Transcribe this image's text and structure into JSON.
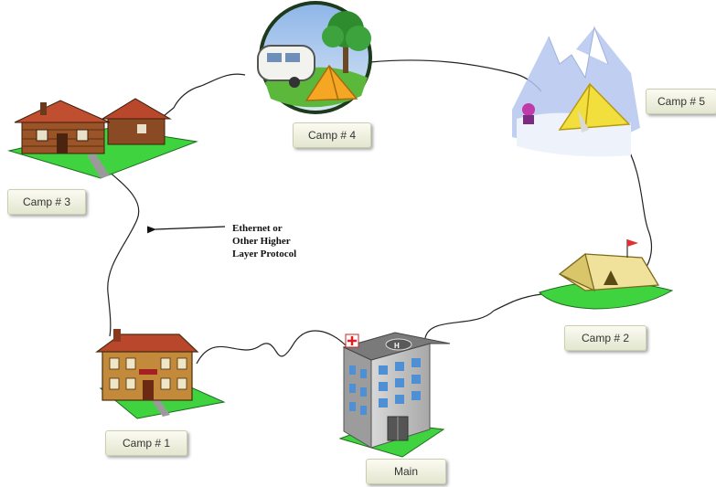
{
  "nodes": {
    "camp4": {
      "label": "Camp # 4",
      "icon": "camper-trailer-icon"
    },
    "camp5": {
      "label": "Camp # 5",
      "icon": "mountain-tent-icon"
    },
    "camp3": {
      "label": "Camp # 3",
      "icon": "log-cabins-icon"
    },
    "camp2": {
      "label": "Camp # 2",
      "icon": "tent-icon"
    },
    "camp1": {
      "label": "Camp # 1",
      "icon": "brick-house-icon"
    },
    "main": {
      "label": "Main",
      "icon": "hospital-building-icon"
    }
  },
  "annotation": {
    "lines": [
      "Ethernet or",
      "Other Higher",
      "Layer Protocol"
    ]
  },
  "colors": {
    "label_bg_top": "#fbfbf2",
    "label_bg_bottom": "#e3e6cf",
    "grass": "#3fd43f",
    "link": "#222222"
  }
}
